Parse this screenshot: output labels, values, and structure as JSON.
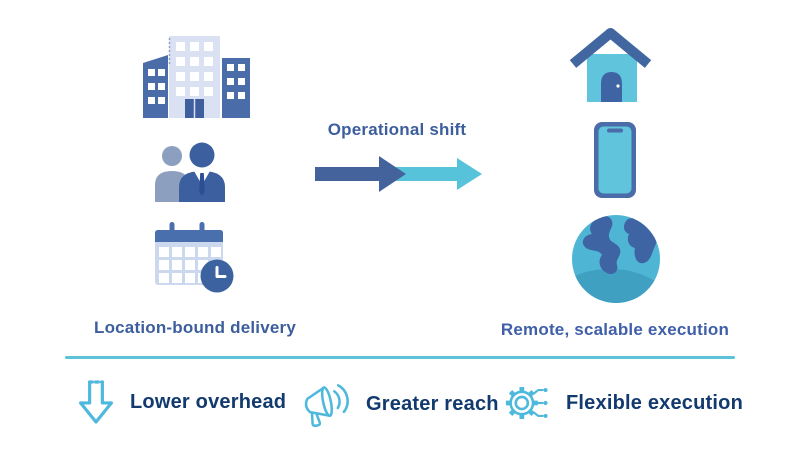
{
  "title": "Operational shift diagram",
  "colors": {
    "background": "#FFFFFF",
    "navy_text": "#123A6E",
    "blue_text": "#3D5E9C",
    "blue_text_right": "#3F5FA8",
    "building_blue": "#4A6CA8",
    "light_fill": "#D9E1F2",
    "dark_arrow": "#44639D",
    "teal_arrow": "#57C3DA",
    "teal_outline": "#4FB9DC",
    "divider": "#5BC2D9"
  },
  "left": {
    "caption": "Location-bound delivery",
    "icons": [
      "buildings-icon",
      "people-icon",
      "calendar-clock-icon"
    ]
  },
  "center": {
    "label": "Operational shift",
    "arrows": [
      "dark-right-arrow",
      "teal-right-arrow"
    ]
  },
  "right": {
    "caption": "Remote, scalable execution",
    "icons": [
      "house-icon",
      "smartphone-icon",
      "globe-icon"
    ]
  },
  "benefits": [
    {
      "icon": "down-arrow-icon",
      "label": "Lower overhead"
    },
    {
      "icon": "megaphone-icon",
      "label": "Greater reach"
    },
    {
      "icon": "gear-circuit-icon",
      "label": "Flexible execution"
    }
  ]
}
